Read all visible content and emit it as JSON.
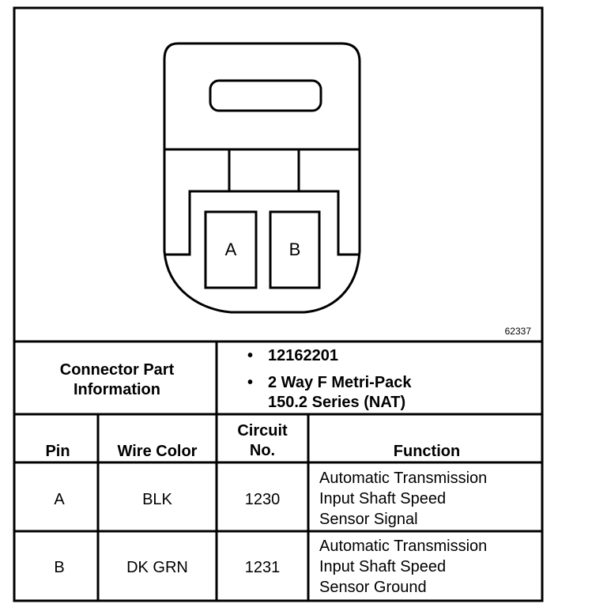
{
  "connector": {
    "figure_id": "62337",
    "pins": [
      "A",
      "B"
    ]
  },
  "part_info": {
    "label_lines": [
      "Connector Part",
      "Information"
    ],
    "part_number": "12162201",
    "description_lines": [
      "2 Way F Metri-Pack",
      "150.2 Series (NAT)"
    ],
    "bullet": "•"
  },
  "table": {
    "headers": {
      "pin": "Pin",
      "wire_color": "Wire Color",
      "circuit_lines": [
        "Circuit",
        "No."
      ],
      "function": "Function"
    },
    "rows": [
      {
        "pin": "A",
        "wire_color": "BLK",
        "circuit": "1230",
        "function_lines": [
          "Automatic Transmission",
          "Input Shaft Speed",
          "Sensor Signal"
        ]
      },
      {
        "pin": "B",
        "wire_color": "DK GRN",
        "circuit": "1231",
        "function_lines": [
          "Automatic Transmission",
          "Input Shaft Speed",
          "Sensor Ground"
        ]
      }
    ]
  }
}
